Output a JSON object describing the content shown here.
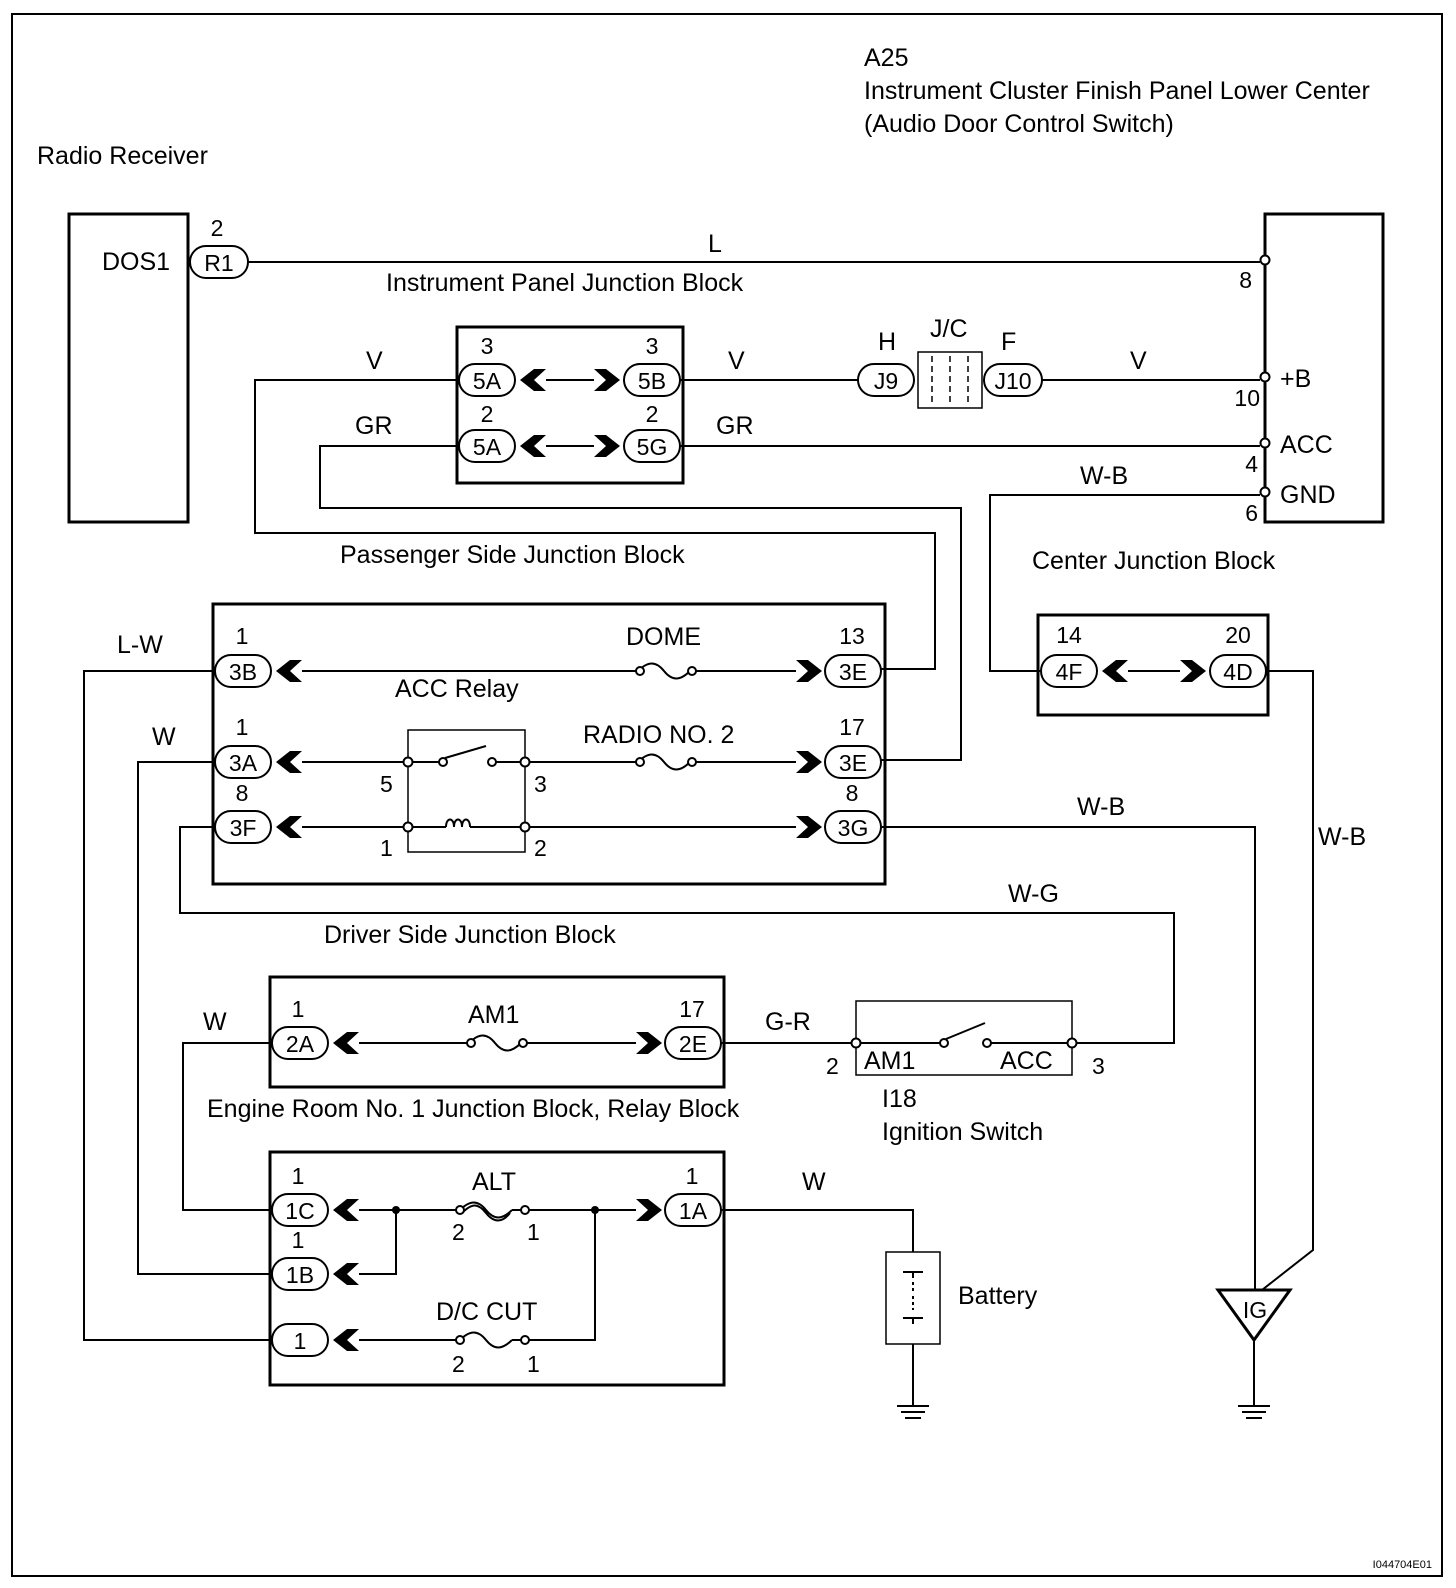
{
  "components": {
    "a25_code": "A25",
    "a25_name": "Instrument Cluster Finish Panel Lower Center",
    "a25_sub": "(Audio Door Control Switch)",
    "radio_receiver": "Radio Receiver",
    "ipjb": "Instrument Panel Junction Block",
    "psjb": "Passenger Side Junction Block",
    "cjb": "Center Junction Block",
    "acc_relay": "ACC Relay",
    "dsjb": "Driver Side Junction Block",
    "erjb": "Engine Room No. 1 Junction Block, Relay Block",
    "i18_code": "I18",
    "ignition_switch": "Ignition Switch",
    "battery": "Battery",
    "jc": "J/C",
    "doc_id": "I044704E01"
  },
  "terminals": {
    "dos1": "DOS1",
    "plus_b": "+B",
    "acc": "ACC",
    "gnd": "GND",
    "am1": "AM1",
    "ign_acc": "ACC",
    "ig": "IG",
    "jc_h": "H",
    "jc_f": "F"
  },
  "connectors": {
    "r1": "R1",
    "5a_top": "5A",
    "5b": "5B",
    "5a_bot": "5A",
    "5g": "5G",
    "j9": "J9",
    "j10": "J10",
    "3b": "3B",
    "3e_top": "3E",
    "3a": "3A",
    "3e_mid": "3E",
    "3f": "3F",
    "3g": "3G",
    "4f": "4F",
    "4d": "4D",
    "2a": "2A",
    "2e": "2E",
    "1c": "1C",
    "1b": "1B",
    "1_plain": "1",
    "1a": "1A"
  },
  "pins": {
    "r1": "2",
    "a25_8": "8",
    "a25_10": "10",
    "a25_4": "4",
    "a25_6": "6",
    "5a_top": "3",
    "5b": "3",
    "5a_bot": "2",
    "5g": "2",
    "3b": "1",
    "3e_top": "13",
    "3a": "1",
    "3e_mid": "17",
    "3f": "8",
    "3g": "8",
    "relay_5": "5",
    "relay_3": "3",
    "relay_1": "1",
    "relay_2": "2",
    "4f": "14",
    "4d": "20",
    "2a": "1",
    "2e": "17",
    "ign_2": "2",
    "ign_3": "3",
    "1c": "1",
    "1b": "1",
    "1a": "1",
    "alt_2": "2",
    "alt_1": "1",
    "dc_2": "2",
    "dc_1": "1"
  },
  "wires": {
    "l": "L",
    "v_left": "V",
    "v_mid": "V",
    "v_right": "V",
    "gr_left": "GR",
    "gr_right": "GR",
    "wb_a25": "W-B",
    "lw": "L-W",
    "w_3a": "W",
    "wb_3g": "W-B",
    "wb_cjb": "W-B",
    "wg": "W-G",
    "w_2a": "W",
    "gr_ign": "G-R",
    "w_batt": "W"
  },
  "fuses": {
    "dome": "DOME",
    "radio2": "RADIO NO. 2",
    "am1": "AM1",
    "alt": "ALT",
    "dc_cut": "D/C CUT"
  }
}
